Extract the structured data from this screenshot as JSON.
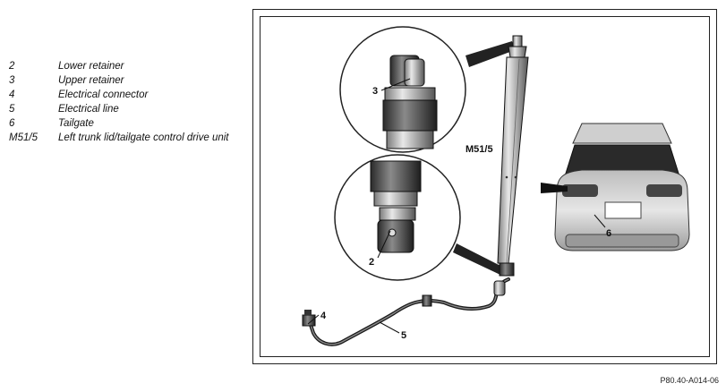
{
  "legend": [
    {
      "key": "2",
      "text": "Lower retainer"
    },
    {
      "key": "3",
      "text": "Upper retainer"
    },
    {
      "key": "4",
      "text": "Electrical connector"
    },
    {
      "key": "5",
      "text": "Electrical line"
    },
    {
      "key": "6",
      "text": "Tailgate"
    },
    {
      "key": "M51/5",
      "text": "Left trunk lid/tailgate control drive unit"
    }
  ],
  "callouts": {
    "c2": "2",
    "c3": "3",
    "c4": "4",
    "c5": "5",
    "c6": "6",
    "m515": "M51/5"
  },
  "reference_code": "P80.40-A014-06"
}
